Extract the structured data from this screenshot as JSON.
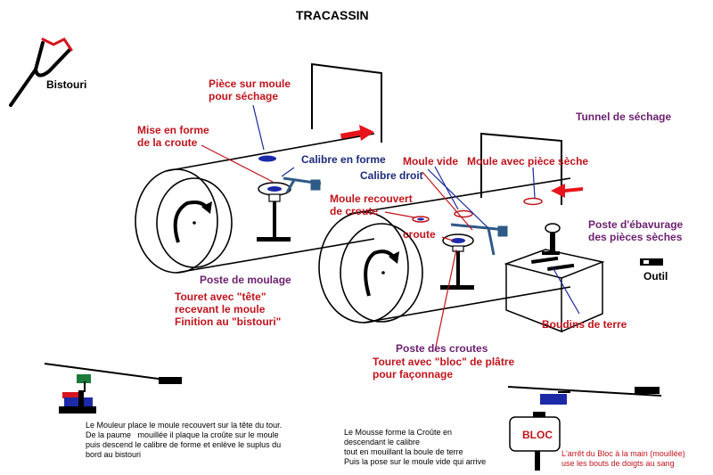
{
  "title": "TRACASSIN",
  "labels": {
    "bistouri": "Bistouri",
    "piece_sur_moule": "Pièce sur moule\npour séchage",
    "mise_en_forme": "Mise en forme\nde la croute",
    "calibre_en_forme": "Calibre en forme",
    "calibre_droit": "Calibre droit",
    "moule_vide": "Moule vide",
    "moule_piece_seche": "Moule avec pièce sèche",
    "tunnel_sechage": "Tunnel de séchage",
    "moule_recouvert": "Moule recouvert\nde croute",
    "croute": "croute",
    "poste_ebavurage": "Poste d'ébavurage\ndes pièces sèches",
    "outil": "Outil",
    "poste_moulage": "Poste de moulage",
    "touret_tete": "Touret avec \"tête\"\nrecevant le moule\nFinition au \"bistouri\"",
    "boudins": "Boudins de terre",
    "poste_croutes": "Poste des croutes",
    "touret_bloc": "Touret avec \"bloc\" de plâtre\npour façonnage",
    "bloc": "BLOC"
  },
  "notes": {
    "mouleur": "Le Mouleur place le moule recouvert sur la tête du tour.\nDe la paume   mouillée il plaque la croûte sur le moule\npuis descend le calibre de forme et enlève le suplus du\nbord au bistouri",
    "mousse": "Le Mousse forme la Croûte en\ndescendant le calibre\ntout en mouillant la boule de terre\nPuis la pose sur le moule vide qui arrive",
    "arret": "L'arrêt du Bloc à la main (mouillée)\nuse les bouts de doigts au sang"
  },
  "colors": {
    "label_red": "#c0141c",
    "label_purple": "#6b1f6e",
    "label_navy": "#1c2a7a",
    "arrow_red": "#e8141c",
    "mould_blue": "#1c2aa8",
    "calibre_teal": "#2e5a86",
    "leader_blue": "#1c2a9a"
  }
}
